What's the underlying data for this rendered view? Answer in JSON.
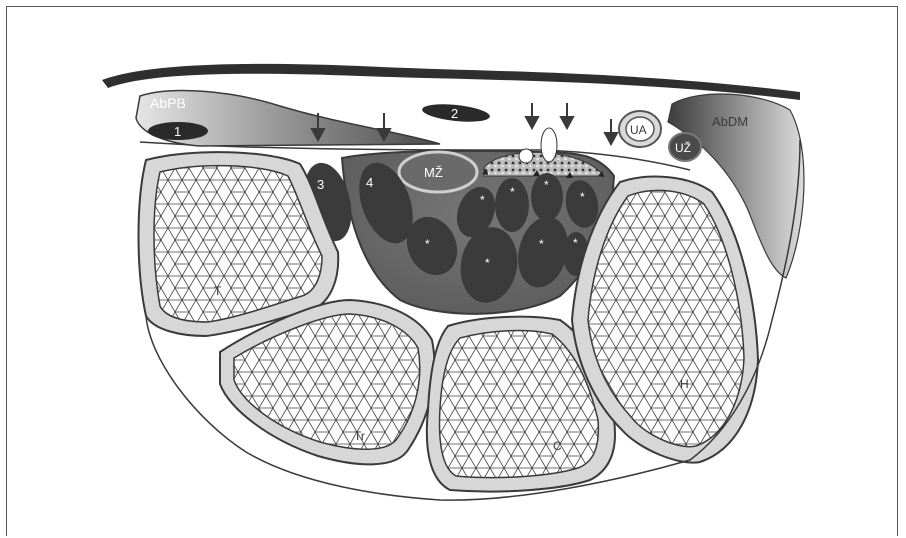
{
  "labels": {
    "abpb": "AbPB",
    "n1": "1",
    "n2": "2",
    "n3": "3",
    "n4": "4",
    "mz": "MŽ",
    "ua": "UA",
    "uz": "UŽ",
    "abdm": "AbDM",
    "t": "T",
    "tr": "Tr",
    "c": "C",
    "h": "H",
    "star": "*"
  },
  "colors": {
    "skin": "#2f2f2f",
    "bone_fill": "#ffffff",
    "bone_rim": "#d7d7d7",
    "bone_outline": "#3a3a3a",
    "tunnel_fill": "#6e6e6e",
    "tendon_fill": "#3b3b3b",
    "muscle_light": "#d9d9d9",
    "muscle_dark": "#555555",
    "label_light": "#ffffff",
    "label_dark": "#3a3a3a"
  }
}
